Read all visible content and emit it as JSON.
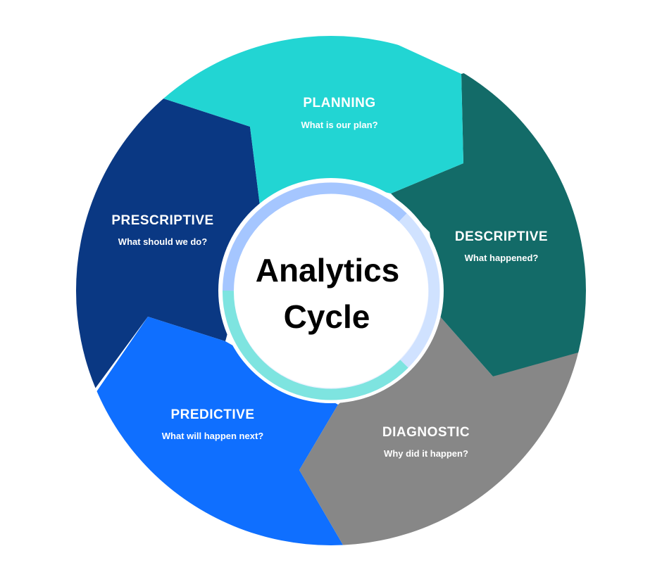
{
  "diagram": {
    "center": {
      "line1": "Analytics",
      "line2": "Cycle"
    },
    "segments": [
      {
        "id": "planning",
        "title": "PLANNING",
        "question": "What is our plan?",
        "color": "#22d5d3"
      },
      {
        "id": "descriptive",
        "title": "DESCRIPTIVE",
        "question": "What happened?",
        "color": "#136b68"
      },
      {
        "id": "diagnostic",
        "title": "DIAGNOSTIC",
        "question": "Why did it happen?",
        "color": "#878787"
      },
      {
        "id": "predictive",
        "title": "PREDICTIVE",
        "question": "What will happen next?",
        "color": "#0f6fff"
      },
      {
        "id": "prescriptive",
        "title": "PRESCRIPTIVE",
        "question": "What should we do?",
        "color": "#0a3883"
      }
    ],
    "ring_colors": [
      "#a5c6ff",
      "#d0e2ff",
      "#7ee4e0"
    ]
  }
}
